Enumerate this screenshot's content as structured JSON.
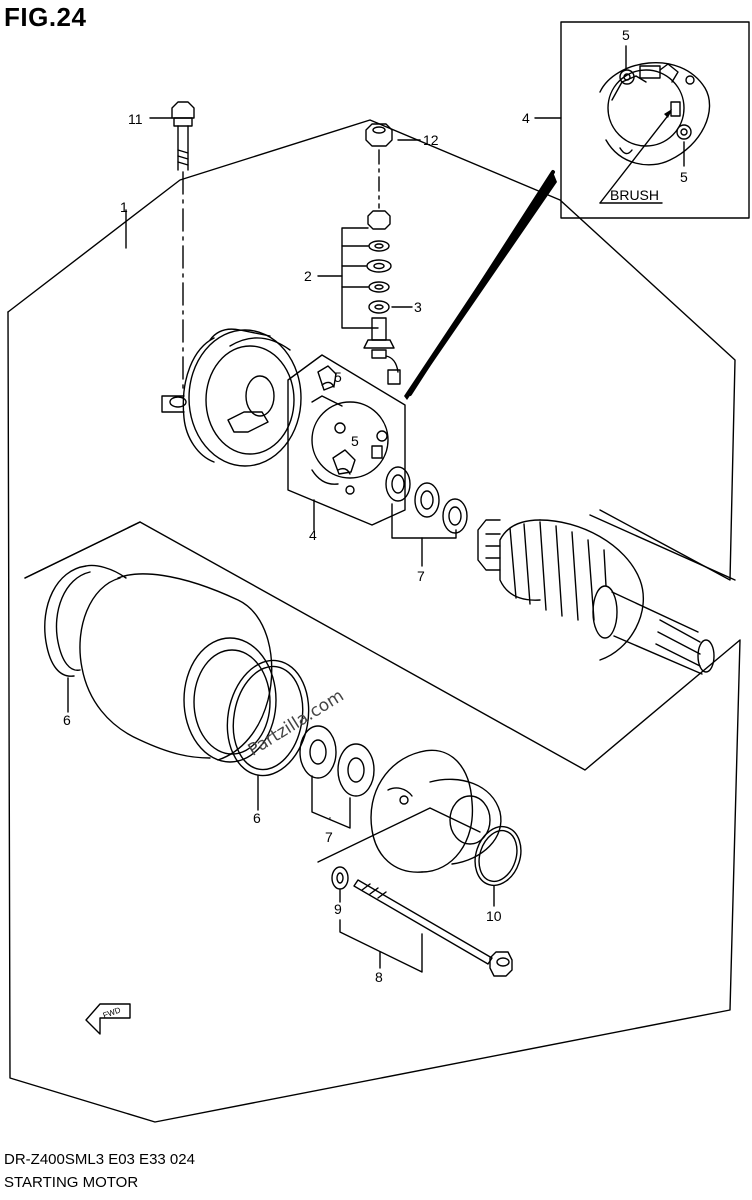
{
  "figure": {
    "title": "FIG.24"
  },
  "footer": {
    "model_code": "DR-Z400SML3  E03  E33  024",
    "name": "STARTING MOTOR"
  },
  "watermark": {
    "text": "Partzilla.com"
  },
  "inset": {
    "brush_label": "BRUSH"
  },
  "fwd_label": "FWD",
  "callouts": {
    "c1": "1",
    "c2": "2",
    "c3": "3",
    "c4_inset": "4",
    "c4_main": "4",
    "c5_inset_top": "5",
    "c5_inset_bottom": "5",
    "c5_main_a": "5",
    "c5_main_b": "5",
    "c6_left": "6",
    "c6_right": "6",
    "c7_upper": "7",
    "c7_lower": "7",
    "c8": "8",
    "c9": "9",
    "c10": "10",
    "c11": "11",
    "c12": "12"
  }
}
